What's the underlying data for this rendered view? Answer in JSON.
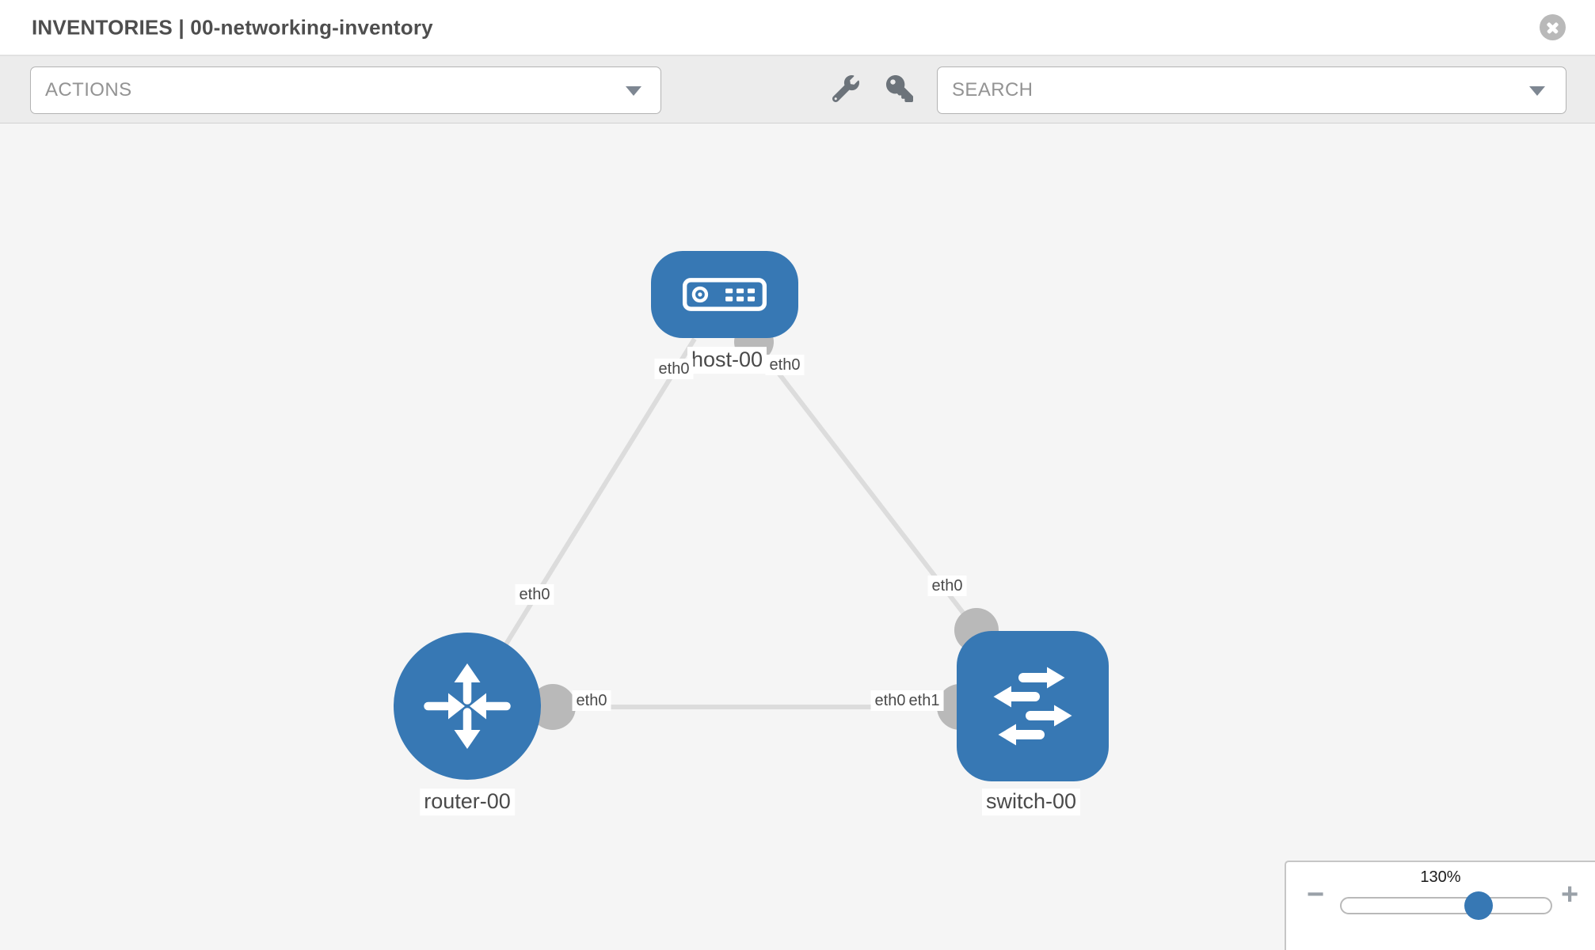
{
  "header": {
    "title": "INVENTORIES | 00-networking-inventory"
  },
  "toolbar": {
    "actions_label": "ACTIONS",
    "search_label": "SEARCH"
  },
  "topology": {
    "nodes": [
      {
        "label": "host-00",
        "type": "host"
      },
      {
        "label": "router-00",
        "type": "router"
      },
      {
        "label": "switch-00",
        "type": "switch"
      }
    ],
    "links": [
      {
        "from": "router-00",
        "to": "host-00",
        "from_if": "eth0",
        "to_if": "eth0"
      },
      {
        "from": "host-00",
        "to": "switch-00",
        "from_if": "eth0",
        "to_if": "eth0"
      },
      {
        "from": "router-00",
        "to": "switch-00",
        "from_if": "eth0",
        "to_if": "eth1"
      }
    ],
    "iface_labels": {
      "host_left": "eth0",
      "host_right": "eth0",
      "diag_left": "eth0",
      "diag_right": "eth0",
      "horiz_left": "eth0",
      "horiz_back": "eth0",
      "horiz_front": "eth1"
    }
  },
  "zoom_control": {
    "level": "130%",
    "minus": "−",
    "plus": "+"
  },
  "colors": {
    "node_blue": "#3778b4",
    "link_gray": "#dcdcdc",
    "connector_gray": "#b9b9b9",
    "toolbar_bg": "#ececec",
    "canvas_bg": "#f5f5f5"
  }
}
